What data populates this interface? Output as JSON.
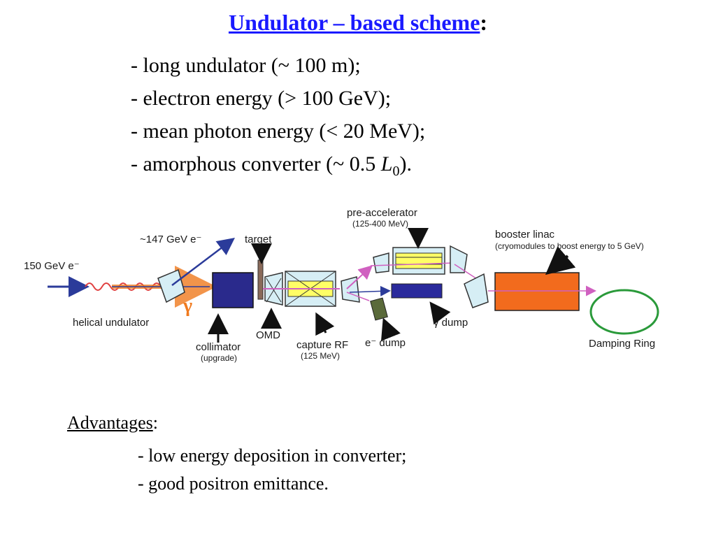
{
  "title": {
    "main": "Undulator – based scheme",
    "colon": ":"
  },
  "bullets": [
    "- long undulator (~ 100 m);",
    "- electron energy (> 100 GeV);",
    "- mean photon energy (< 20 MeV);"
  ],
  "bullet4": {
    "prefix": "- amorphous converter (~ 0.5 ",
    "symbol": "L",
    "sub": "0",
    "suffix": ")."
  },
  "diagram": {
    "beam_in": "150 GeV e⁻",
    "spent_beam": "~147 GeV e⁻",
    "target": "target",
    "gamma": "γ",
    "helical_undulator": "helical undulator",
    "collimator": "collimator",
    "collimator_note": "(upgrade)",
    "omd": "OMD",
    "capture_rf": "capture RF",
    "capture_rf_note": "(125 MeV)",
    "pre_accelerator": "pre-accelerator",
    "pre_accelerator_note": "(125-400 MeV)",
    "e_dump": "e⁻ dump",
    "gamma_dump": "γ dump",
    "booster_linac": "booster linac",
    "booster_linac_note": "(cryomodules to boost energy to 5 GeV)",
    "damping_ring": "Damping Ring",
    "colors": {
      "beam": "#2b3b9a",
      "photon": "#f07a1e",
      "positron": "#d060c0",
      "booster": "#f26b1d",
      "ring": "#2a9a3a",
      "rf_coil": "#ffff66",
      "element": "#2a2a8c"
    }
  },
  "advantages": {
    "heading": "Advantages",
    "colon": ":",
    "items": [
      "- low energy deposition in converter;",
      "- good positron emittance."
    ]
  }
}
